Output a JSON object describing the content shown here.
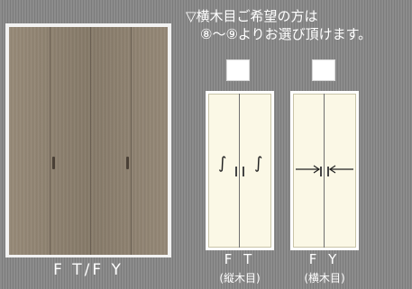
{
  "note": {
    "line1": "▽横木目ご希望の方は",
    "line2": "⑧〜⑨よりお選び頂けます。"
  },
  "main_door": {
    "label": "F T/F Y"
  },
  "options": [
    {
      "code": "F T",
      "sub": "(縦木目)"
    },
    {
      "code": "F Y",
      "sub": "(横木目)"
    }
  ],
  "colors": {
    "background_stripe": "#8a8a8a",
    "wood": "#8e8271",
    "panel": "#fbf8e6"
  }
}
